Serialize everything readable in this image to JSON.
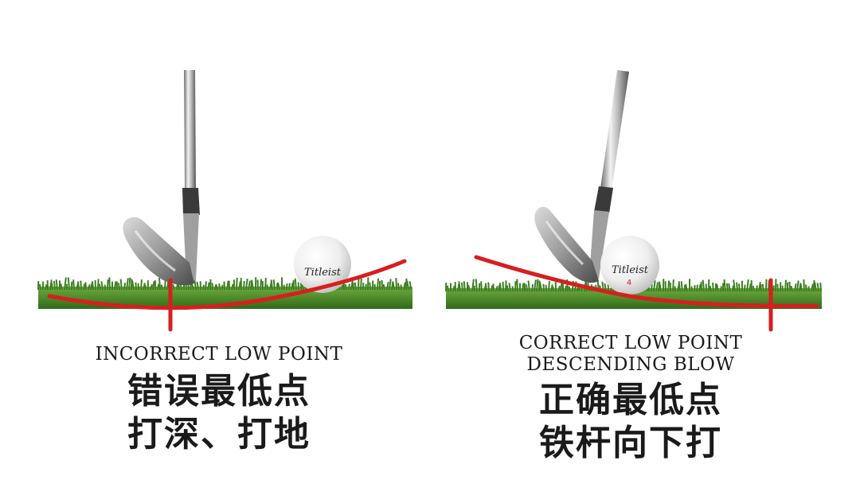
{
  "left_panel": {
    "caption_en": "INCORRECT LOW POINT",
    "caption_cn_line1": "错误最低点",
    "caption_cn_line2": "打深、打地"
  },
  "right_panel": {
    "caption_en_line1": "CORRECT LOW POINT",
    "caption_en_line2": "DESCENDING BLOW",
    "caption_cn_line1": "正确最低点",
    "caption_cn_line2": "铁杆向下打"
  },
  "ball_brand": "Titleist",
  "ball_number": "4",
  "colors": {
    "arc": "#d81e1e",
    "grass": "#4f8f2c",
    "text": "#1a1a1a"
  }
}
